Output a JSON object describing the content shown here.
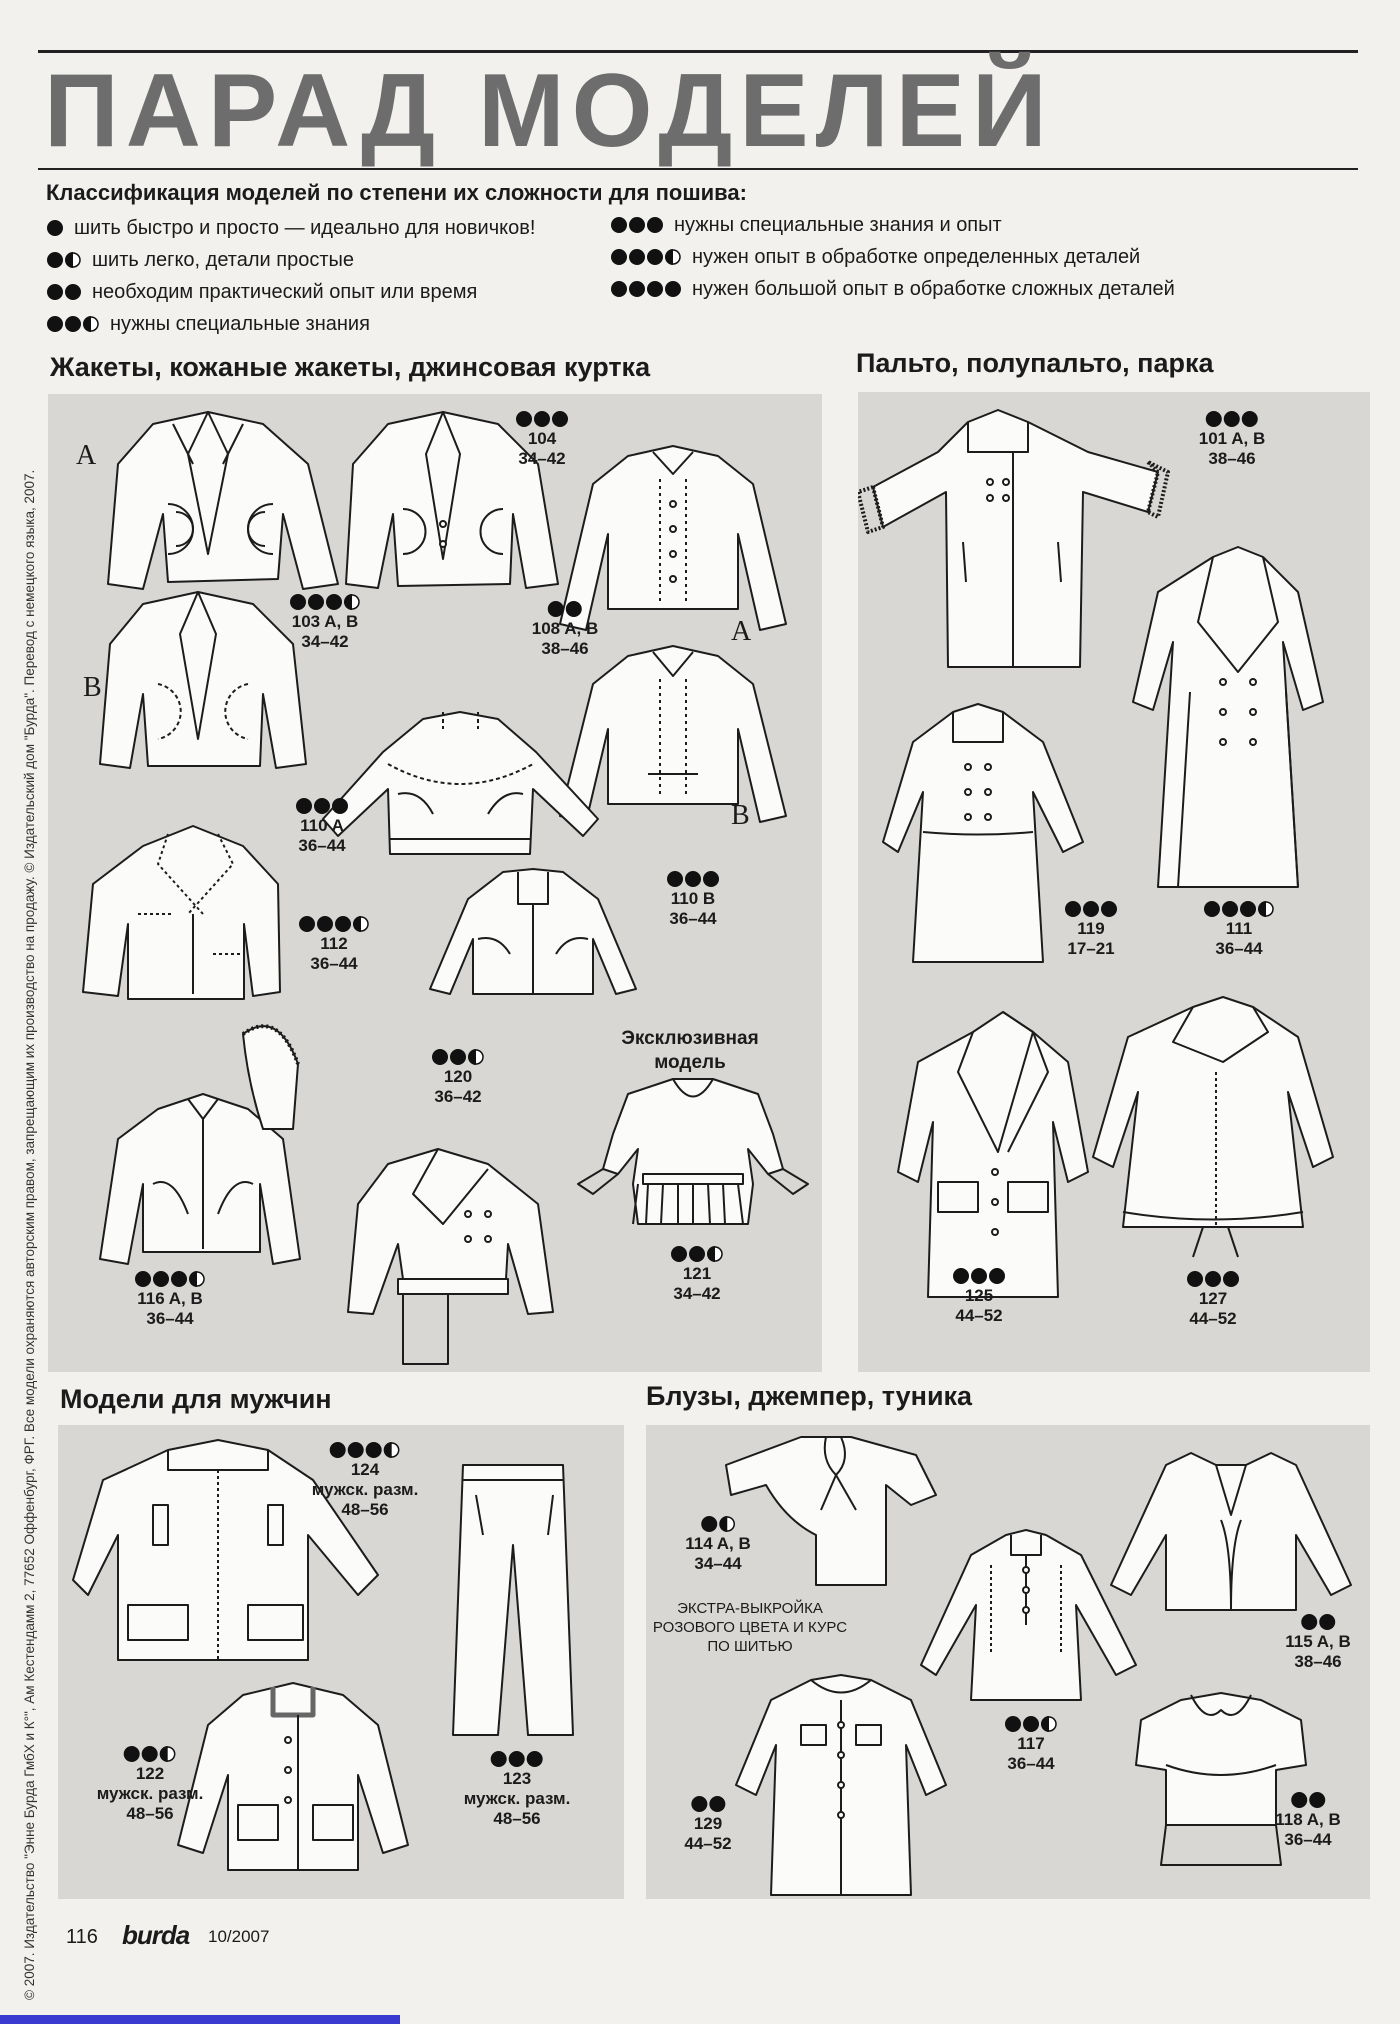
{
  "title": "ПАРАД МОДЕЛЕЙ",
  "classification": {
    "title": "Классификация моделей по степени их сложности для пошива:",
    "levels": [
      {
        "level": 1,
        "text": "шить быстро и просто — идеально для новичков!"
      },
      {
        "level": 1.5,
        "text": "шить легко, детали простые"
      },
      {
        "level": 2,
        "text": "необходим практический опыт или время"
      },
      {
        "level": 2.5,
        "text": "нужны специальные знания"
      },
      {
        "level": 3,
        "text": "нужны специальные знания и опыт"
      },
      {
        "level": 3.5,
        "text": "нужен опыт в обработке определенных деталей"
      },
      {
        "level": 4,
        "text": "нужен большой опыт в обработке сложных деталей"
      }
    ]
  },
  "sections": {
    "jackets": "Жакеты, кожаные жакеты, джинсовая куртка",
    "coats": "Пальто, полупальто, парка",
    "men": "Модели для мужчин",
    "blouses": "Блузы, джемпер, туника"
  },
  "models": {
    "m104": {
      "level": 3,
      "number": "104",
      "sizes": "34–42"
    },
    "m103": {
      "level": 3.5,
      "number": "103 A, B",
      "sizes": "34–42"
    },
    "m108": {
      "level": 2,
      "number": "108 A, B",
      "sizes": "38–46"
    },
    "m110a": {
      "level": 3,
      "number": "110 A",
      "sizes": "36–44"
    },
    "m110b": {
      "level": 3,
      "number": "110 B",
      "sizes": "36–44"
    },
    "m112": {
      "level": 3.5,
      "number": "112",
      "sizes": "36–44"
    },
    "m120": {
      "level": 2.5,
      "number": "120",
      "sizes": "36–42"
    },
    "m121": {
      "level": 2.5,
      "number": "121",
      "sizes": "34–42"
    },
    "m116": {
      "level": 3.5,
      "number": "116 A, B",
      "sizes": "36–44"
    },
    "m101": {
      "level": 3,
      "number": "101 A, B",
      "sizes": "38–46"
    },
    "m119": {
      "level": 3,
      "number": "119",
      "sizes": "17–21"
    },
    "m111": {
      "level": 3.5,
      "number": "111",
      "sizes": "36–44"
    },
    "m125": {
      "level": 3,
      "number": "125",
      "sizes": "44–52"
    },
    "m127": {
      "level": 3,
      "number": "127",
      "sizes": "44–52"
    },
    "m124": {
      "level": 3.5,
      "number": "124",
      "sizes_label": "мужск. разм.",
      "sizes": "48–56"
    },
    "m122": {
      "level": 2.5,
      "number": "122",
      "sizes_label": "мужск. разм.",
      "sizes": "48–56"
    },
    "m123": {
      "level": 3,
      "number": "123",
      "sizes_label": "мужск. разм.",
      "sizes": "48–56"
    },
    "m114": {
      "level": 1.5,
      "number": "114 A, B",
      "sizes": "34–44"
    },
    "m115": {
      "level": 2,
      "number": "115 A, B",
      "sizes": "38–46"
    },
    "m117": {
      "level": 2.5,
      "number": "117",
      "sizes": "36–44"
    },
    "m129": {
      "level": 2,
      "number": "129",
      "sizes": "44–52"
    },
    "m118": {
      "level": 2,
      "number": "118 A, B",
      "sizes": "36–44"
    }
  },
  "exclusive": {
    "line1": "Эксклюзивная",
    "line2": "модель"
  },
  "extra_note": {
    "line1": "ЭКСТРА-ВЫКРОЙКА",
    "line2": "РОЗОВОГО ЦВЕТА И КУРС",
    "line3": "ПО ШИТЬЮ"
  },
  "letters": {
    "a": "A",
    "b": "B"
  },
  "side_text": "© 2007. Издательство \"Энне Бурда ГмбХ и К°\", Ам Кестендамм 2, 77652 Оффенбург, ФРГ. Все модели охраняются авторским правом, запрещающим их производство на продажу. © Издательский дом \"Бурда\". Перевод с немецкого языка, 2007.",
  "footer": {
    "page": "116",
    "logo": "burda",
    "issue": "10/2007"
  }
}
